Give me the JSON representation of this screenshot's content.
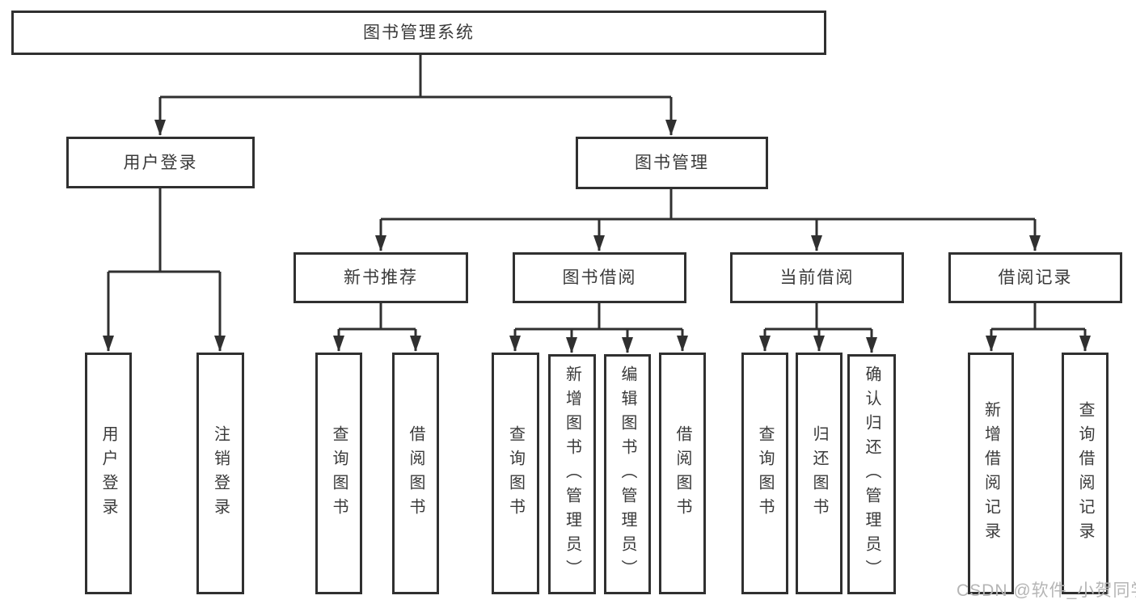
{
  "diagram": {
    "root": "图书管理系统",
    "branches": [
      {
        "label": "用户登录",
        "children": [
          {
            "label": "用户登录"
          },
          {
            "label": "注销登录"
          }
        ]
      },
      {
        "label": "图书管理",
        "children": [
          {
            "label": "新书推荐",
            "children": [
              {
                "label": "查询图书"
              },
              {
                "label": "借阅图书"
              }
            ]
          },
          {
            "label": "图书借阅",
            "children": [
              {
                "label": "查询图书"
              },
              {
                "label": "新增图书（管理员）"
              },
              {
                "label": "编辑图书（管理员）"
              },
              {
                "label": "借阅图书"
              }
            ]
          },
          {
            "label": "当前借阅",
            "children": [
              {
                "label": "查询图书"
              },
              {
                "label": "归还图书"
              },
              {
                "label": "确认归还（管理员）"
              }
            ]
          },
          {
            "label": "借阅记录",
            "children": [
              {
                "label": "新增借阅记录"
              },
              {
                "label": "查询借阅记录"
              }
            ]
          }
        ]
      }
    ]
  },
  "watermark": {
    "text": "CSDN @软件_小贺同学"
  },
  "colors": {
    "line": "#303030",
    "box_border": "#303030",
    "text": "#3a3a3a",
    "watermark": "#b5b5b5",
    "background": "#ffffff"
  }
}
